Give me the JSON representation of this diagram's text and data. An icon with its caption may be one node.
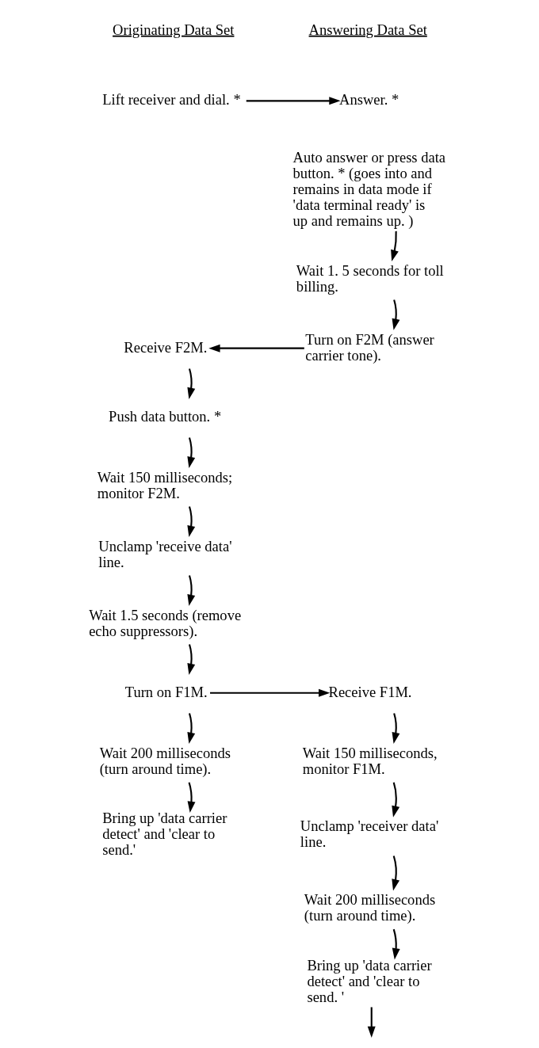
{
  "diagram": {
    "nodes": [
      {
        "text": [
          "Lift receiver and dial. *"
        ]
      },
      {
        "text": [
          "Answer. *"
        ]
      },
      {
        "text": [
          "Auto answer or press data button. * (goes into and remains in data mode if 'data terminal ready' is up and remains up. )"
        ]
      },
      {
        "text": [
          "Wait 1. 5 seconds for toll billing."
        ]
      },
      {
        "text": [
          "Turn on F2M (answer carrier tone)."
        ]
      },
      {
        "text": [
          "Receive F2M."
        ]
      },
      {
        "text": [
          "Push data button. *"
        ]
      },
      {
        "text": [
          "Wait 150 milliseconds; monitor F2M."
        ]
      },
      {
        "text": [
          "Unclamp 'receive data' line."
        ]
      },
      {
        "text": [
          "Wait 1.5 seconds (remove echo suppressors)."
        ]
      },
      {
        "text": [
          "Turn on F1M."
        ]
      },
      {
        "text": [
          "Wait 200 milliseconds (turn around time)."
        ]
      },
      {
        "text": [
          "Bring up 'data carrier detect' and 'clear to send.'"
        ]
      },
      {
        "text": [
          "Receive F1M."
        ]
      },
      {
        "text": [
          "Wait 150 milliseconds, monitor F1M."
        ]
      },
      {
        "text": [
          "Unclamp 'receiver data' line."
        ]
      },
      {
        "text": [
          "Wait 200 milliseconds (turn around time)."
        ]
      },
      {
        "text": [
          "Bring up 'data carrier detect' and 'clear to send. '"
        ]
      }
    ],
    "edges": [
      {
        "from": 0,
        "to": 1,
        "arrow": "to"
      },
      {
        "from": 2,
        "to": 3,
        "arrow": "to"
      },
      {
        "from": 3,
        "to": 4,
        "arrow": "to"
      },
      {
        "from": 4,
        "to": 5,
        "arrow": "to"
      },
      {
        "from": 5,
        "to": 6,
        "arrow": "to"
      },
      {
        "from": 6,
        "to": 7,
        "arrow": "to"
      },
      {
        "from": 7,
        "to": 8,
        "arrow": "to"
      },
      {
        "from": 8,
        "to": 9,
        "arrow": "to"
      },
      {
        "from": 9,
        "to": 10,
        "arrow": "to"
      },
      {
        "from": 10,
        "to": 13,
        "arrow": "to"
      },
      {
        "from": 10,
        "to": 11,
        "arrow": "to"
      },
      {
        "from": 11,
        "to": 12,
        "arrow": "to"
      },
      {
        "from": 13,
        "to": 14,
        "arrow": "to"
      },
      {
        "from": 14,
        "to": 15,
        "arrow": "to"
      },
      {
        "from": 15,
        "to": 16,
        "arrow": "to"
      },
      {
        "from": 16,
        "to": 17,
        "arrow": "to"
      },
      {
        "from": 17,
        "to": null,
        "arrow": "to"
      }
    ],
    "labels": [
      "Originating Data Set",
      "Answering Data Set"
    ]
  }
}
